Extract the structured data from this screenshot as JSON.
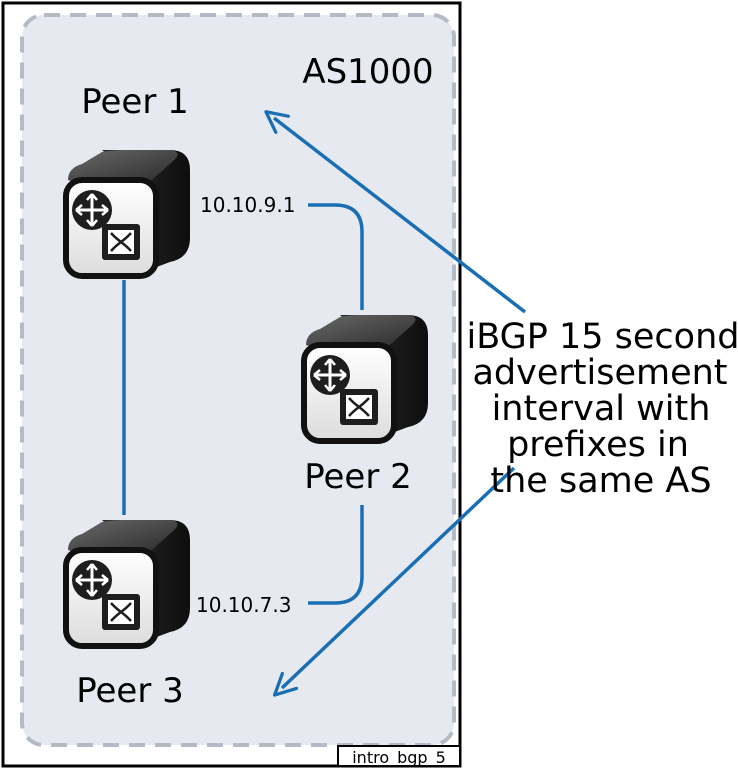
{
  "as_label": "AS1000",
  "peers": [
    {
      "id": "peer1",
      "label": "Peer 1"
    },
    {
      "id": "peer2",
      "label": "Peer 2"
    },
    {
      "id": "peer3",
      "label": "Peer 3"
    }
  ],
  "links": [
    {
      "id": "peer1-peer2",
      "address": "10.10.9.1"
    },
    {
      "id": "peer3-peer2",
      "address": "10.10.7.3"
    },
    {
      "id": "peer1-peer3",
      "address": ""
    }
  ],
  "callout_lines": [
    "iBGP 15 second",
    "advertisement",
    "interval with",
    "prefixes in",
    "the same AS"
  ],
  "figure_id": "intro_bgp_5",
  "colors": {
    "link": "#1a6fb4",
    "as_region_fill": "#e6eaf0",
    "as_region_border": "#b4bbc6",
    "router_body": "#1c1c1c"
  }
}
